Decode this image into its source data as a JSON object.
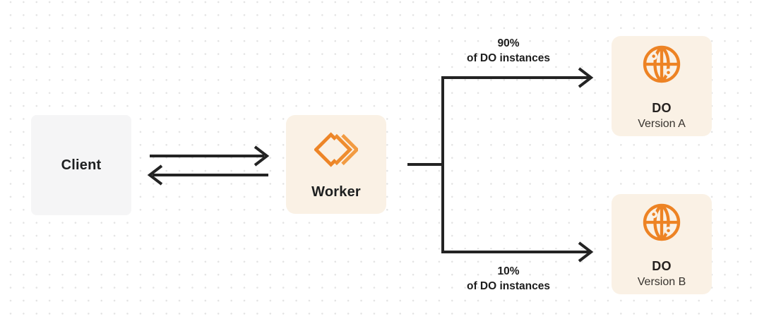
{
  "diagram": {
    "nodes": {
      "client": {
        "label": "Client"
      },
      "worker": {
        "label": "Worker",
        "icon": "workers-icon"
      },
      "do_version_a": {
        "title": "DO",
        "subtitle": "Version A",
        "icon": "globe-icon"
      },
      "do_version_b": {
        "title": "DO",
        "subtitle": "Version B",
        "icon": "globe-icon"
      }
    },
    "edges": {
      "client_worker": {
        "style": "two opposing horizontal arrows"
      },
      "branch_top": {
        "percent": "90%",
        "caption": "of DO instances"
      },
      "branch_bottom": {
        "percent": "10%",
        "caption": "of DO instances"
      }
    },
    "colors": {
      "accent_orange": "#ed8527",
      "accent_orange_light": "#f29b42",
      "node_cream": "#faf1e5",
      "node_gray": "#f5f5f6",
      "line_dark": "#232323",
      "text_dark": "#1d1f20",
      "dot_grid": "#e3e3e3"
    }
  }
}
